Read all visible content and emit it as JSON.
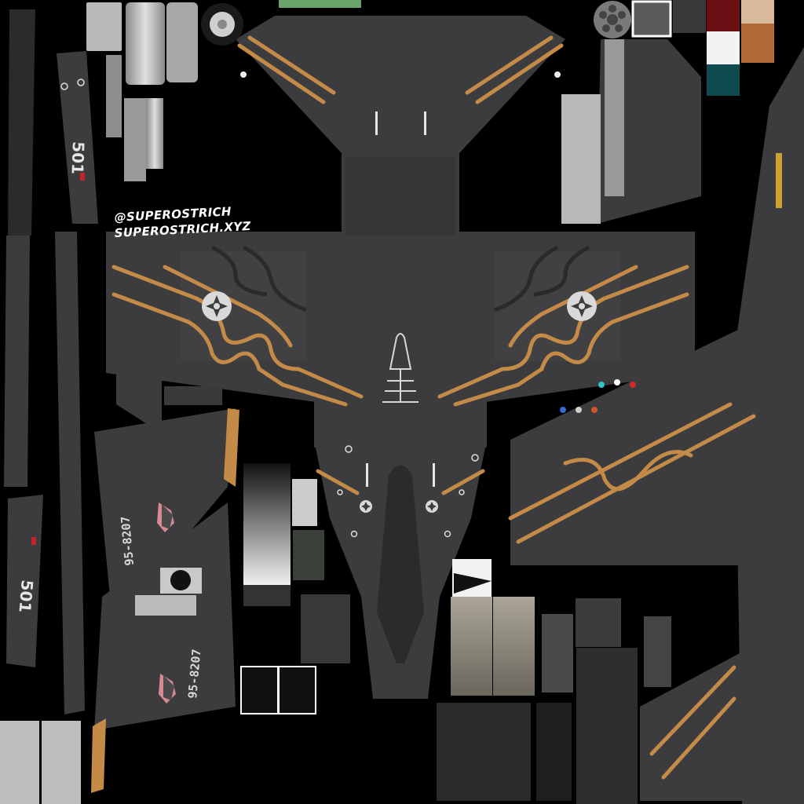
{
  "credits": {
    "handle": "@SUPEROSTRICH",
    "site": "SUPEROSTRICH.XYZ"
  },
  "markings": {
    "tail_number": "501",
    "serial_a": "95-8207",
    "serial_b": "95-8207"
  },
  "palette": {
    "skin": "#3c3c3e",
    "skin_dark": "#2b2b2d",
    "skin_light": "#4a4a4c",
    "stripe": "#c48a48",
    "swatch_gray": "#5a5a5a",
    "swatch_dark_red": "#6a0f14",
    "swatch_white": "#f2f2f2",
    "swatch_red": "#b01f24",
    "swatch_teal": "#0f4a4e",
    "swatch_copper": "#b06a38"
  },
  "icons": {
    "roundel": "star-roundel-icon",
    "emblem": "winged-emblem-icon",
    "wheel": "landing-wheel-icon"
  }
}
